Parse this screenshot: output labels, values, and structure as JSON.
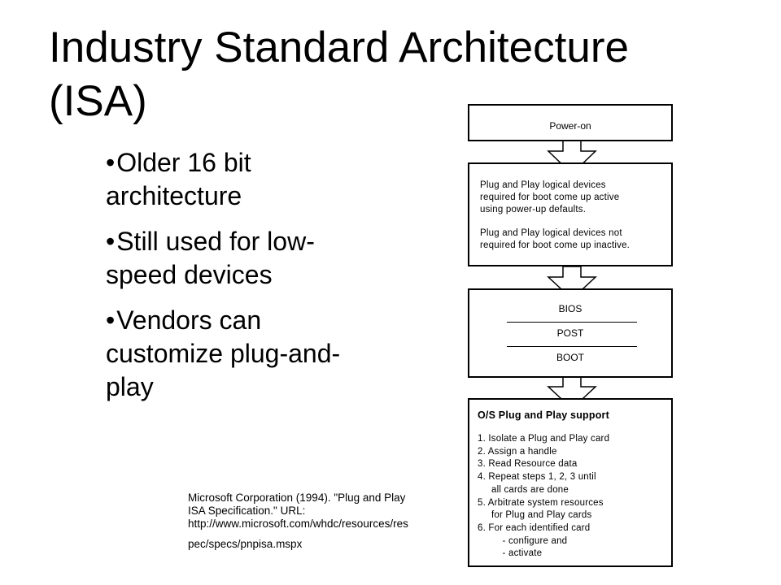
{
  "slide": {
    "title_line1": "Industry Standard Architecture",
    "title_line2": "(ISA)",
    "bullets": [
      {
        "line1": "Older 16 bit",
        "line2": "architecture",
        "line3": ""
      },
      {
        "line1": "Still used for low-",
        "line2": "speed devices",
        "line3": ""
      },
      {
        "line1": "Vendors can",
        "line2": "customize plug-and-",
        "line3": "play"
      }
    ],
    "bullet_char": "•",
    "citation": {
      "line1": "Microsoft Corporation (1994). \"Plug and Play",
      "line2": "ISA Specification.\" URL:",
      "line3": "http://www.microsoft.com/whdc/resources/res",
      "line4": "pec/specs/pnpisa.mspx"
    }
  },
  "flowchart": {
    "power_on": "Power-on",
    "logical_devices": {
      "line1": "Plug and Play logical devices",
      "line2": "required for boot come up active",
      "line3": "using power-up defaults.",
      "line4": "Plug and Play logical devices not",
      "line5": "required for boot come up inactive."
    },
    "firmware": {
      "bios": "BIOS",
      "post": "POST",
      "boot": "BOOT"
    },
    "os_support": {
      "title": "O/S Plug and Play support",
      "steps": [
        "1.  Isolate a Plug and Play card",
        "2.  Assign a handle",
        "3.  Read Resource data",
        "4.  Repeat steps 1, 2, 3 until",
        "     all cards are done",
        "5.  Arbitrate system resources",
        "     for Plug and Play cards",
        "6.  For each identified card",
        "         - configure and",
        "         - activate"
      ]
    }
  }
}
